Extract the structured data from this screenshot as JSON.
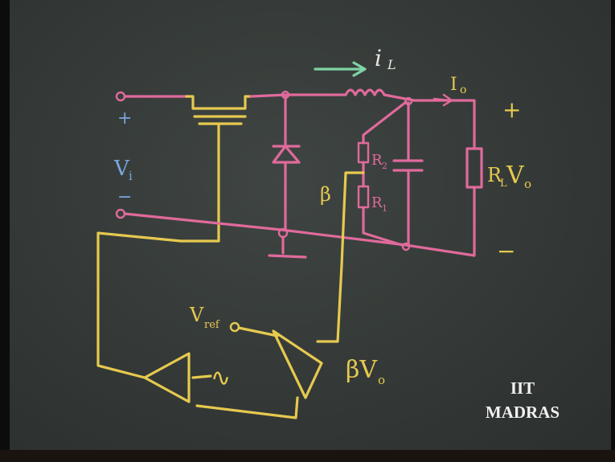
{
  "board": {
    "labels": {
      "inductor_current": "i",
      "inductor_current_sub": "L",
      "output_current": "I",
      "output_current_sub": "o",
      "input_voltage": "V",
      "input_voltage_sub": "i",
      "plus_input": "+",
      "minus_input": "−",
      "plus_output": "+",
      "minus_output": "−",
      "load_resistor": "R",
      "load_resistor_sub": "L",
      "output_voltage": "V",
      "output_voltage_sub": "o",
      "r2": "R",
      "r2_sub": "2",
      "r1": "R",
      "r1_sub": "1",
      "beta": "β",
      "vref": "V",
      "vref_sub": "ref",
      "beta_vo": "βV",
      "beta_vo_sub": "o",
      "sawtooth": "∿"
    }
  },
  "watermark": {
    "line1": "IIT",
    "line2": "MADRAS"
  },
  "colors": {
    "board": "#3a3f3d",
    "pink": "#e06a9c",
    "yellow": "#e6c94f",
    "blue": "#7aa6e0",
    "green": "#7fd3a4",
    "white": "#e9e6df"
  }
}
